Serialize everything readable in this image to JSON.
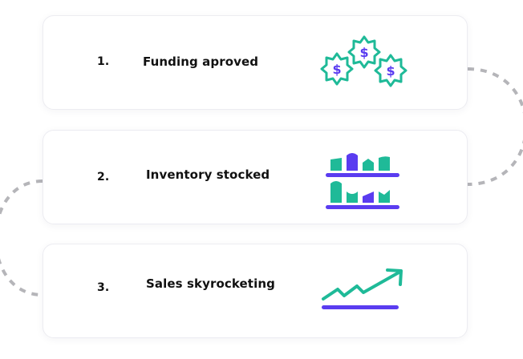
{
  "steps": [
    {
      "number": "1.",
      "label": "Funding aproved",
      "icon": "money-badges-icon"
    },
    {
      "number": "2.",
      "label": "Inventory stocked",
      "icon": "inventory-shelves-icon"
    },
    {
      "number": "3.",
      "label": "Sales skyrocketing",
      "icon": "rising-trend-icon"
    }
  ],
  "colors": {
    "teal": "#1fba98",
    "purple": "#5a3cf0",
    "connector": "#b5b5b9",
    "card_border": "#ececf1"
  }
}
